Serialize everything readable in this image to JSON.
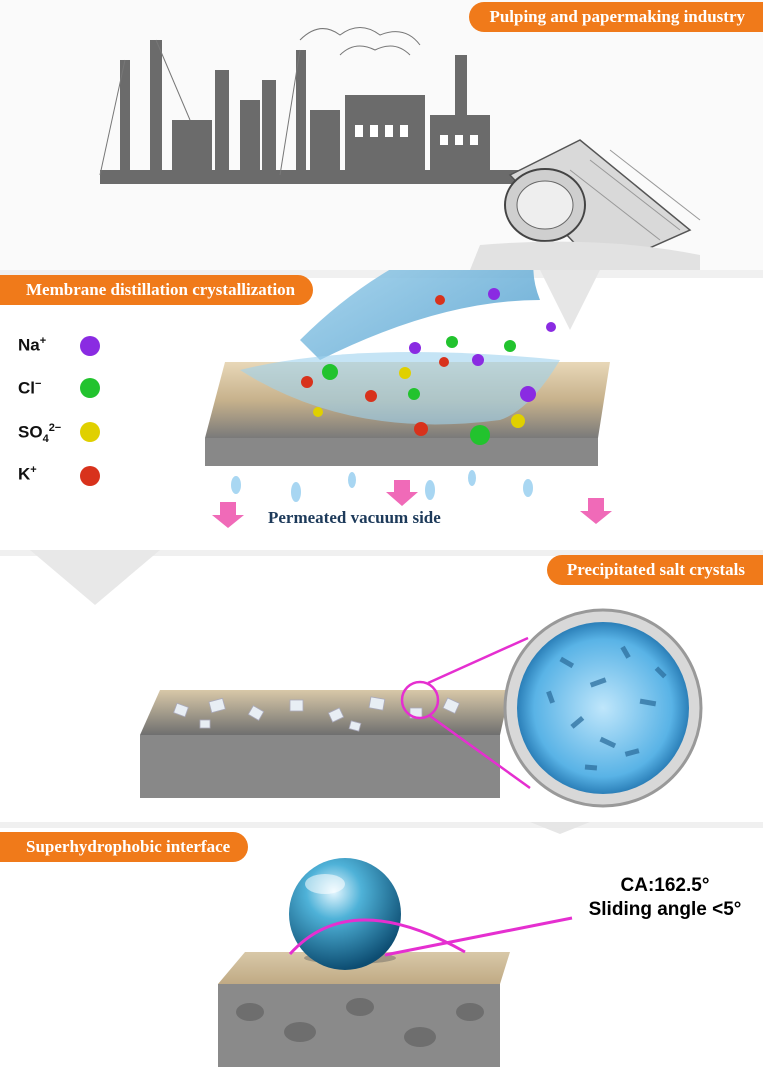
{
  "sections": {
    "industry": {
      "title": "Pulping and papermaking industry"
    },
    "distillation": {
      "title": "Membrane distillation crystallization"
    },
    "crystals": {
      "title": "Precipitated salt crystals"
    },
    "interface": {
      "title": "Superhydrophobic interface"
    }
  },
  "legend": {
    "items": [
      {
        "ion": "Na",
        "charge": "+",
        "sub": "",
        "color": "#8a2be2"
      },
      {
        "ion": "Cl",
        "charge": "−",
        "sub": "",
        "color": "#22c32e"
      },
      {
        "ion": "SO",
        "charge": "2−",
        "sub": "4",
        "color": "#e0d000"
      },
      {
        "ion": "K",
        "charge": "+",
        "sub": "",
        "color": "#d8321c"
      }
    ]
  },
  "labels": {
    "vacuum_side": "Permeated vacuum side",
    "contact_angle": "CA:162.5°",
    "sliding_angle": "Sliding angle <5°"
  },
  "colors": {
    "tag_orange": "#f07a1a",
    "arrow_pink": "#f06ab8",
    "line_magenta": "#e52fd0",
    "water_blue": "#5aa8d8"
  }
}
